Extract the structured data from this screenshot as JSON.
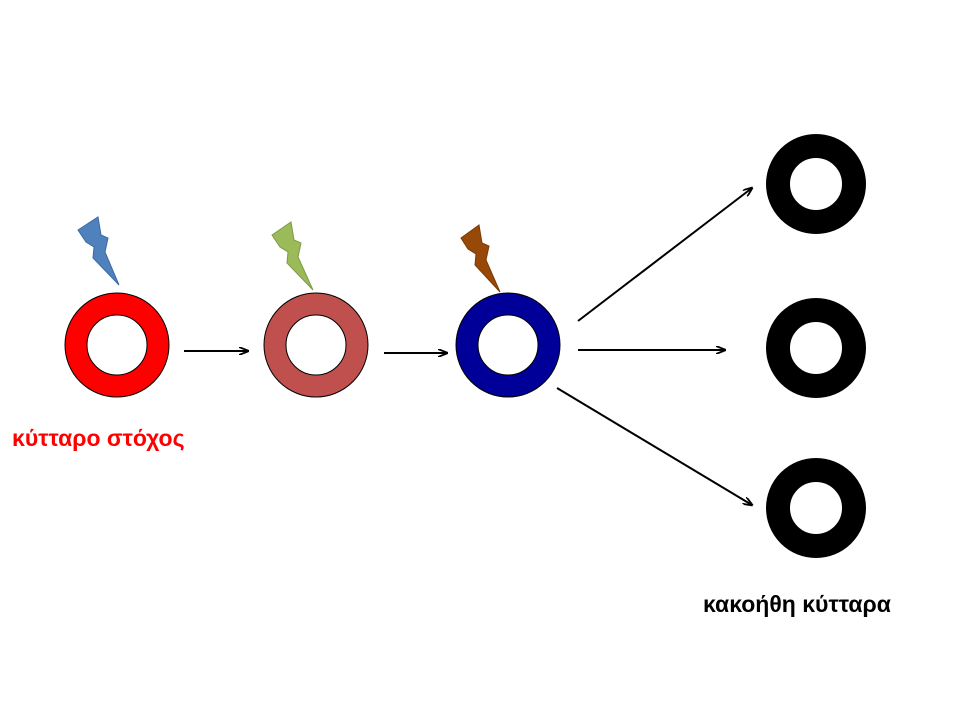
{
  "labels": {
    "target_cell": "κύτταρο στόχος",
    "malignant_cells": "κακοήθη κύτταρα"
  },
  "colors": {
    "target_cell_label": "#ff0000",
    "malignant_cells_label": "#000000",
    "cell_red": "#ff0000",
    "cell_rose": "#c0504d",
    "cell_blue": "#000099",
    "cell_black": "#000000",
    "bolt_blue": "#4f81bd",
    "bolt_green": "#9bbb59",
    "bolt_brown": "#984807",
    "arrow": "#000000"
  },
  "icons": [
    "lightning-bolt-icon",
    "arrow-right-icon"
  ],
  "stages": [
    {
      "name": "target-cell",
      "color": "cell_red",
      "hit_by": "bolt_blue"
    },
    {
      "name": "intermediate-cell-1",
      "color": "cell_rose",
      "hit_by": "bolt_green"
    },
    {
      "name": "intermediate-cell-2",
      "color": "cell_blue",
      "hit_by": "bolt_brown"
    },
    {
      "name": "malignant-cells",
      "color": "cell_black",
      "count": 3
    }
  ]
}
